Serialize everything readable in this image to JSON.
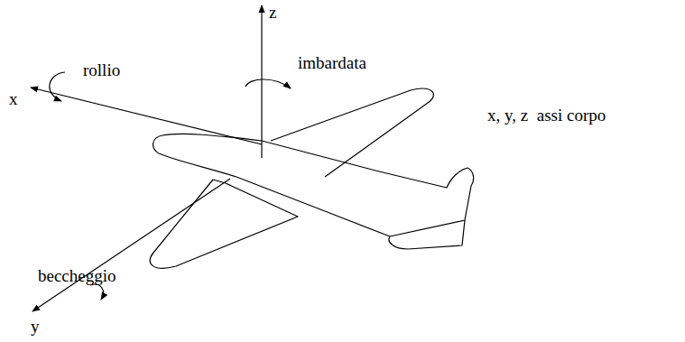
{
  "diagram": {
    "labels": [
      "z",
      "rollio",
      "imbardata",
      "x",
      "x, y, z  assi corpo",
      "beccheggio",
      "y"
    ]
  }
}
